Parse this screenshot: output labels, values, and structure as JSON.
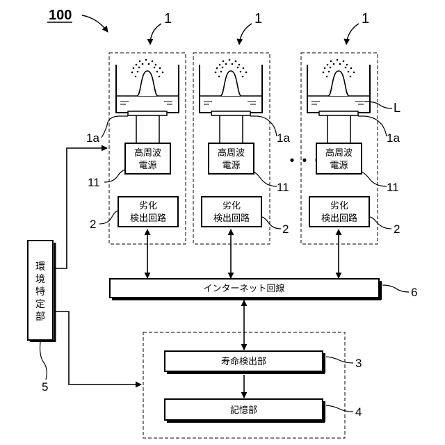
{
  "figure": {
    "ref_main": "100",
    "ref_unit": "1",
    "ref_electrode": "1a",
    "ref_liquid": "L",
    "ref_power": "11",
    "ref_degradation": "2",
    "ref_life": "3",
    "ref_storage": "4",
    "ref_env": "5",
    "ref_internet": "6",
    "ellipsis": "・・・"
  },
  "boxes": {
    "power_line1": "高周波",
    "power_line2": "電源",
    "degrade_line1": "劣化",
    "degrade_line2": "検出回路",
    "internet": "インターネット回線",
    "life": "寿命検出部",
    "storage": "記憶部",
    "env_chars": [
      "環",
      "境",
      "特",
      "定",
      "部"
    ]
  }
}
